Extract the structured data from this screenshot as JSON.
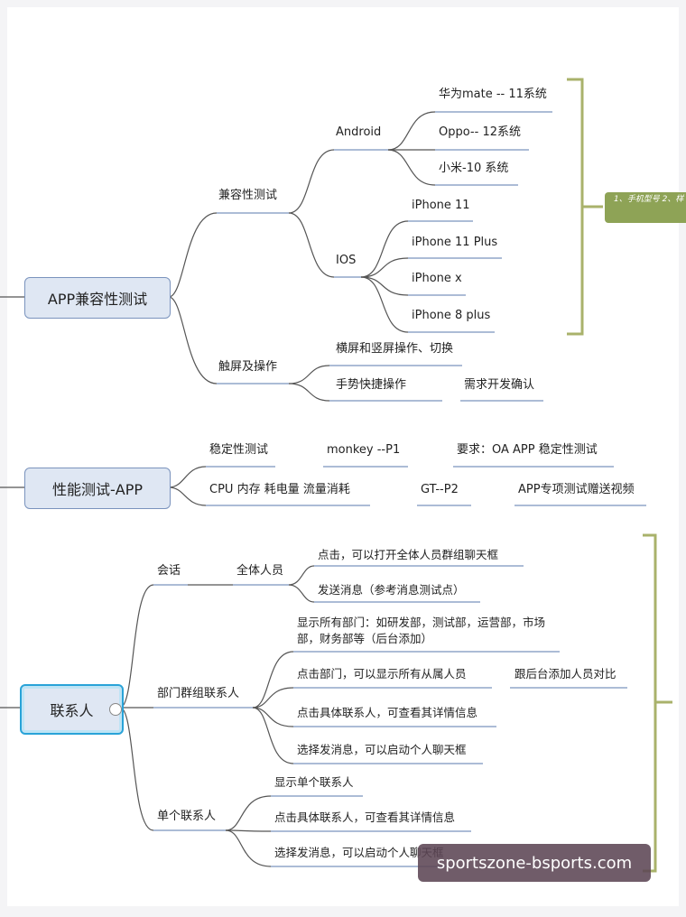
{
  "colors": {
    "line": "#555555",
    "underline": "#7a93bd",
    "bracket": "#a9b26b",
    "tag": "#8ea356",
    "watermark": "#5c4654"
  },
  "map1": {
    "root": "APP兼容性测试",
    "compat": "兼容性测试",
    "android": "Android",
    "android_items": [
      "华为mate -- 11系统",
      "Oppo-- 12系统",
      "小米-10 系统"
    ],
    "ios": "IOS",
    "ios_items": [
      "iPhone 11",
      "iPhone 11 Plus",
      "iPhone x",
      "iPhone 8 plus"
    ],
    "touch": "触屏及操作",
    "touch_items": [
      "横屏和竖屏操作、切换",
      "手势快捷操作"
    ],
    "gesture_note": "需求开发确认",
    "tag": "1、手机型号 2、样"
  },
  "map2": {
    "root": "性能测试-APP",
    "stability": "稳定性测试",
    "monkey": "monkey --P1",
    "req": "要求：OA APP 稳定性测试",
    "cpu": "CPU  内存  耗电量  流量消耗",
    "gt": "GT--P2",
    "video": "APP专项测试赠送视频"
  },
  "map3": {
    "root": "联系人",
    "session": "会话",
    "all": "全体人员",
    "all_items": [
      "点击，可以打开全体人员群组聊天框",
      "发送消息（参考消息测试点）"
    ],
    "dept": "部门群组联系人",
    "dept_items": [
      "显示所有部门：如研发部，测试部，运营部，市场部，财务部等（后台添加）",
      "点击部门，可以显示所有从属人员",
      "点击具体联系人，可查看其详情信息",
      "选择发消息，可以启动个人聊天框"
    ],
    "dept_note": "跟后台添加人员对比",
    "single": "单个联系人",
    "single_items": [
      "显示单个联系人",
      "点击具体联系人，可查看其详情信息",
      "选择发消息，可以启动个人聊天框"
    ]
  },
  "watermark": "sportszone-bsports.com"
}
